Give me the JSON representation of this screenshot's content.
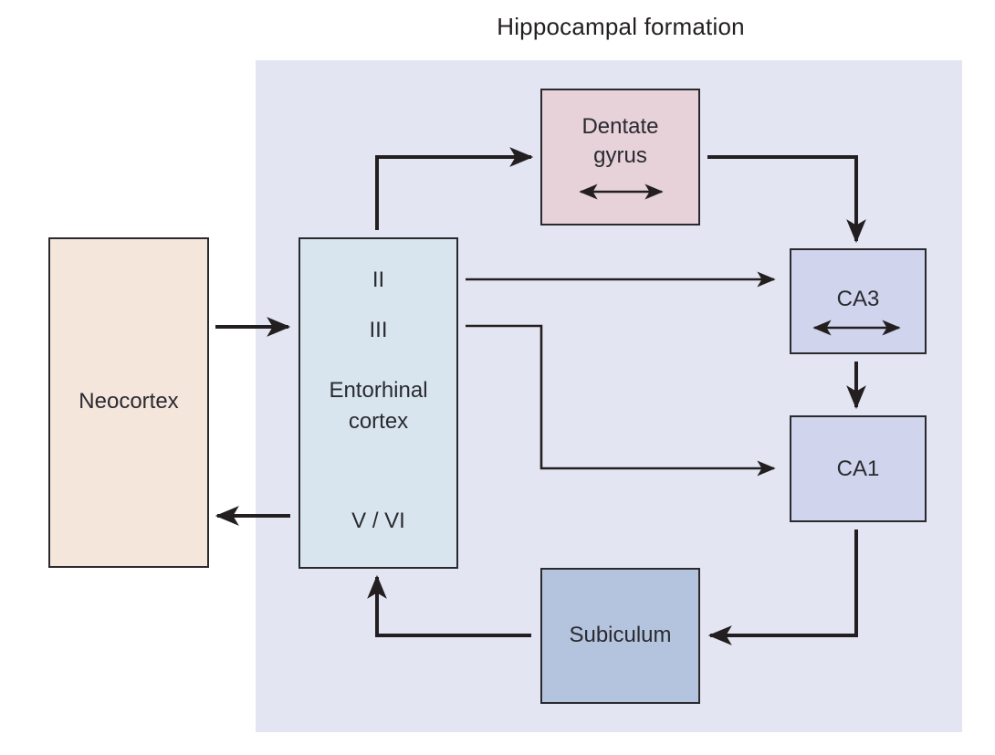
{
  "title": "Hippocampal formation",
  "colors": {
    "panel_bg": "#e4e5f2",
    "neocortex_fill": "#f5e6dc",
    "entorhinal_fill": "#d8e5ee",
    "dentate_fill": "#e6d2d8",
    "ca3_fill": "#d0d4ec",
    "ca1_fill": "#d0d4ec",
    "subiculum_fill": "#b5c4de",
    "stroke": "#231f20"
  },
  "nodes": {
    "neocortex": {
      "label": "Neocortex"
    },
    "entorhinal": {
      "label_line1": "Entorhinal",
      "label_line2": "cortex",
      "layer_ii": "II",
      "layer_iii": "III",
      "layer_v_vi": "V / VI"
    },
    "dentate": {
      "label_line1": "Dentate",
      "label_line2": "gyrus",
      "has_recurrent_arrow": true
    },
    "ca3": {
      "label": "CA3",
      "has_recurrent_arrow": true
    },
    "ca1": {
      "label": "CA1"
    },
    "subiculum": {
      "label": "Subiculum"
    }
  },
  "edges": [
    {
      "from": "neocortex",
      "to": "entorhinal"
    },
    {
      "from": "entorhinal (V/VI)",
      "to": "neocortex"
    },
    {
      "from": "entorhinal",
      "to": "dentate"
    },
    {
      "from": "dentate",
      "to": "ca3"
    },
    {
      "from": "entorhinal (II)",
      "to": "ca3"
    },
    {
      "from": "entorhinal (III)",
      "to": "ca1"
    },
    {
      "from": "ca3",
      "to": "ca1"
    },
    {
      "from": "ca1",
      "to": "subiculum"
    },
    {
      "from": "subiculum",
      "to": "entorhinal"
    }
  ]
}
